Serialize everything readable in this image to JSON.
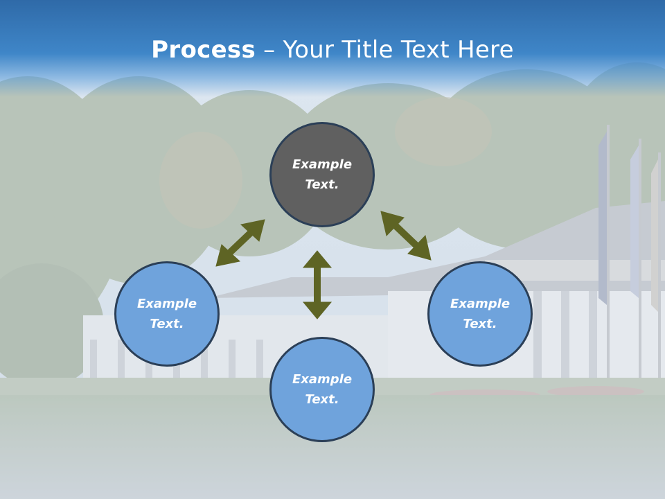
{
  "slide": {
    "title_bold": "Process",
    "title_rest": " – Your Title Text Here"
  },
  "diagram": {
    "nodes": [
      {
        "id": "top",
        "line1": "Example",
        "line2": "Text.",
        "fill": "#606060"
      },
      {
        "id": "left",
        "line1": "Example",
        "line2": "Text.",
        "fill": "#6fa3dc"
      },
      {
        "id": "right",
        "line1": "Example",
        "line2": "Text.",
        "fill": "#6fa3dc"
      },
      {
        "id": "bottom",
        "line1": "Example",
        "line2": "Text.",
        "fill": "#6fa3dc"
      }
    ],
    "arrow_color": "#5e6424",
    "circle_border": "#2b3f57"
  }
}
